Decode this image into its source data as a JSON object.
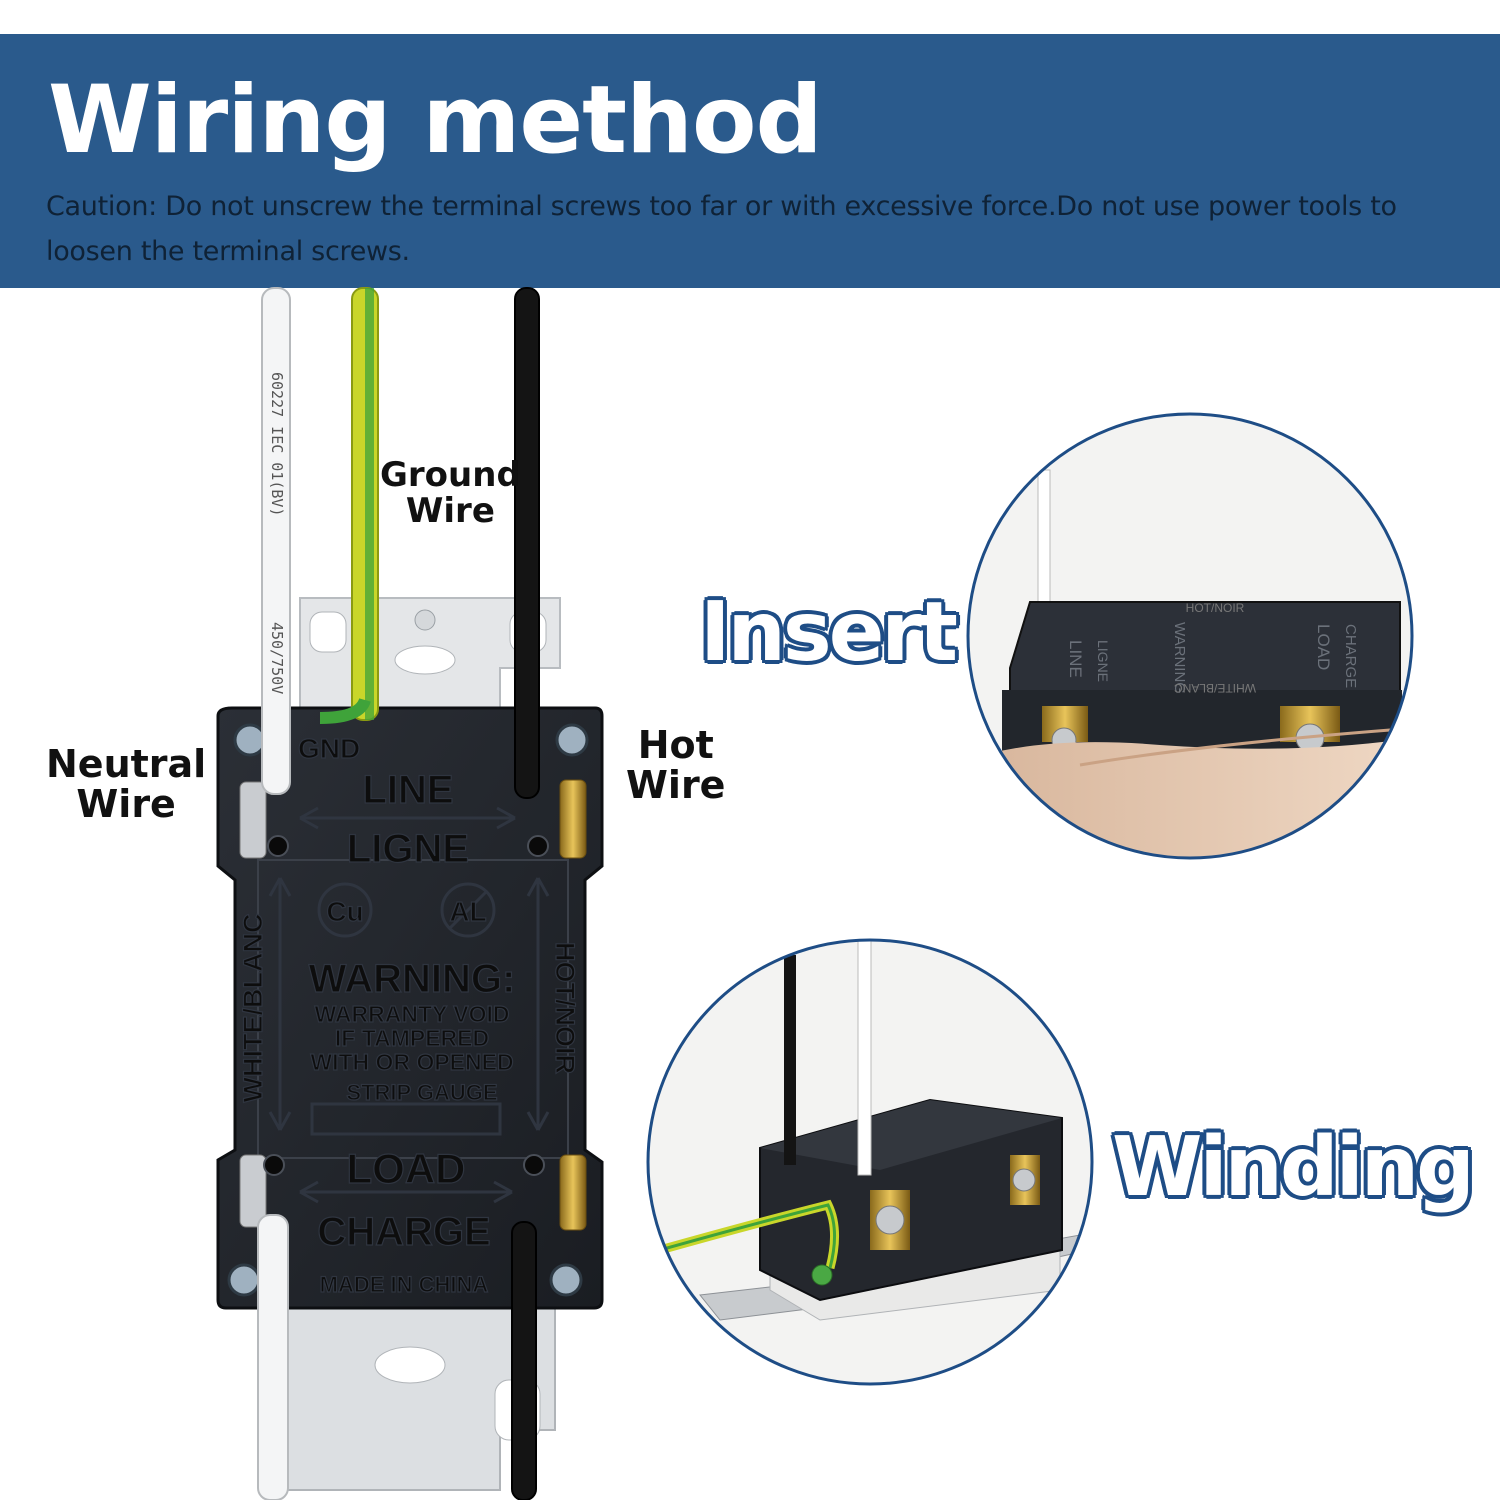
{
  "header": {
    "title": "Wiring method",
    "caution": "Caution: Do not unscrew the terminal screws too far or with excessive force.Do not use power tools to loosen the terminal screws."
  },
  "labels": {
    "ground": [
      "Ground",
      "Wire"
    ],
    "neutral": [
      "Neutral",
      "Wire"
    ],
    "hot": [
      "Hot",
      "Wire"
    ]
  },
  "steps": {
    "insert": "Insert",
    "winding": "Winding"
  },
  "outlet": {
    "gnd": "GND",
    "line": "LINE",
    "ligne": "LIGNE",
    "cu": "Cu",
    "al": "AL",
    "warning": "WARNING:",
    "warranty": "WARRANTY VOID",
    "tampered": "IF TAMPERED",
    "opened": "WITH OR OPENED",
    "strip": "STRIP GAUGE",
    "load": "LOAD",
    "charge": "CHARGE",
    "made": "MADE IN CHINA",
    "white": "WHITE/BLANC",
    "hot": "HOT/NOIR"
  },
  "wire_print": {
    "code": "60227 IEC 01(BV)",
    "rating": "450/750V"
  },
  "insert_photo": {
    "hot_noir": "HOT/NOIR",
    "line": "LINE",
    "ligne": "LIGNE",
    "load": "LOAD",
    "charge": "CHARGE",
    "warning": "WARNING",
    "white_blanc": "WHITE/BLANC"
  },
  "colors": {
    "banner": "#2a5a8c",
    "accent": "#1e4d86",
    "ground_wire": "#c9d62a"
  }
}
